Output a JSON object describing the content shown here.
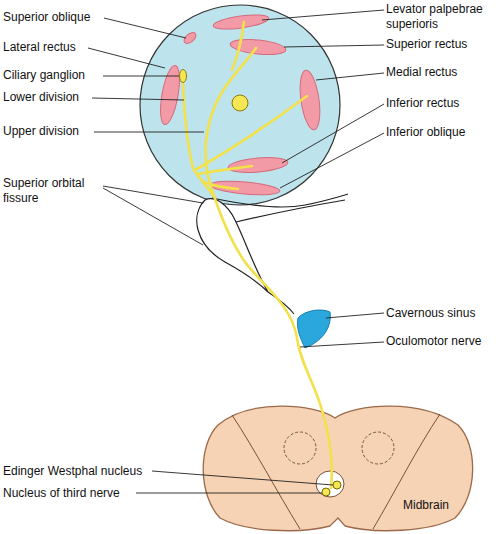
{
  "diagram": {
    "nodes": [
      {
        "text": [
          "Midbrain"
        ]
      }
    ],
    "labels": [
      "Superior oblique",
      "Levator palpebrae superioris",
      "Lateral rectus",
      "Superior rectus",
      "Medial rectus",
      "Ciliary ganglion",
      "Lower division",
      "Inferior rectus",
      "Inferior oblique",
      "Upper division",
      "Superior orbital fissure",
      "Cavernous sinus",
      "Oculomotor nerve",
      "Edinger Westphal nucleus",
      "Nucleus of third nerve"
    ]
  }
}
